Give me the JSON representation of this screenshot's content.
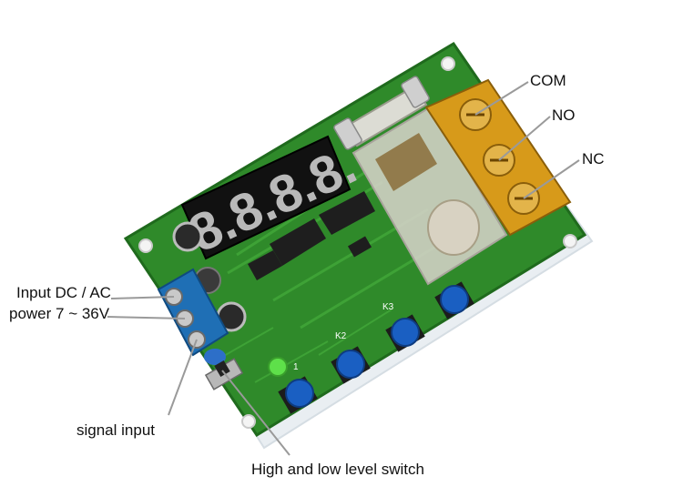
{
  "labels": {
    "com": "COM",
    "no": "NO",
    "nc": "NC",
    "input_line1": "Input DC / AC",
    "input_line2": "power 7 ~ 36V",
    "signal_input": "signal input",
    "level_switch": "High and low level switch"
  },
  "display": {
    "digits": "8.8.8.8."
  },
  "board_markings": {
    "button_k2": "K2",
    "button_k3": "K3",
    "button_k1": "1"
  },
  "colors": {
    "pcb": "#2f8a2a",
    "pcb_dark": "#1f6a1d",
    "terminal_block": "#d79a1a",
    "screw_terminal": "#1f6fb5",
    "buttons": "#1a5fc2",
    "display_digits": "#b9b9b9",
    "led": "#5ee04a",
    "leader_line": "#9a9a9a"
  }
}
